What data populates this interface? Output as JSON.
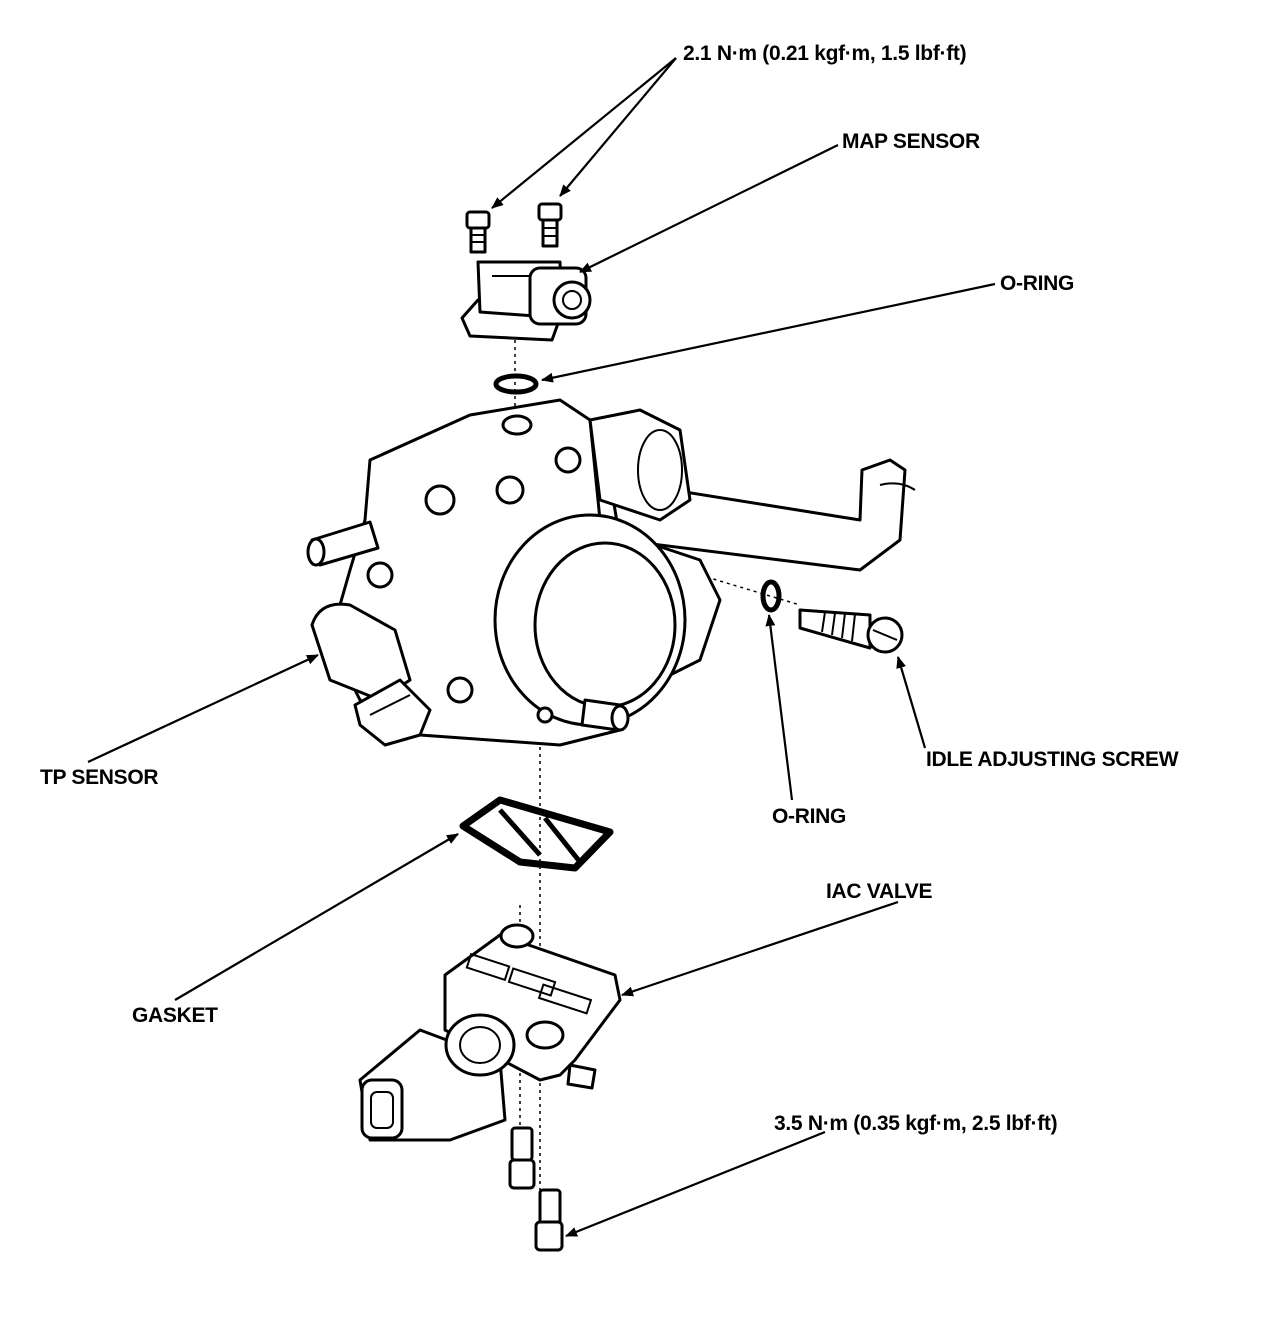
{
  "labels": {
    "torque_top": "2.1 N·m (0.21 kgf·m, 1.5 lbf·ft)",
    "map_sensor": "MAP SENSOR",
    "o_ring_top": "O-RING",
    "tp_sensor": "TP SENSOR",
    "idle_screw": "IDLE ADJUSTING SCREW",
    "o_ring_bottom": "O-RING",
    "iac_valve": "IAC VALVE",
    "gasket": "GASKET",
    "torque_bottom": "3.5 N·m (0.35 kgf·m, 2.5 lbf·ft)"
  }
}
